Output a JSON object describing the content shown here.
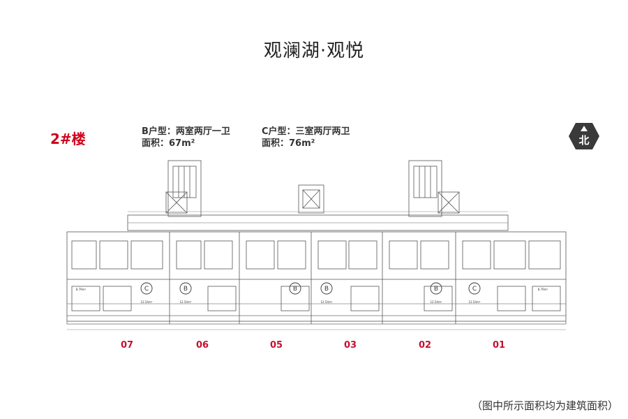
{
  "title": "观澜湖·观悦",
  "building_label": "2#楼",
  "unit_b": {
    "type": "B户型：两室两厅一卫",
    "area": "面积：67m²"
  },
  "unit_c": {
    "type": "C户型：三室两厅两卫",
    "area": "面积：76m²"
  },
  "north": "北",
  "unit_numbers": [
    "07",
    "06",
    "05",
    "03",
    "02",
    "01"
  ],
  "plan_labels": {
    "c": "C",
    "b": "B",
    "area_1254": "12.54m²",
    "area_879": "8.79m²"
  },
  "footnote": "（图中所示面积均为建筑面积）"
}
